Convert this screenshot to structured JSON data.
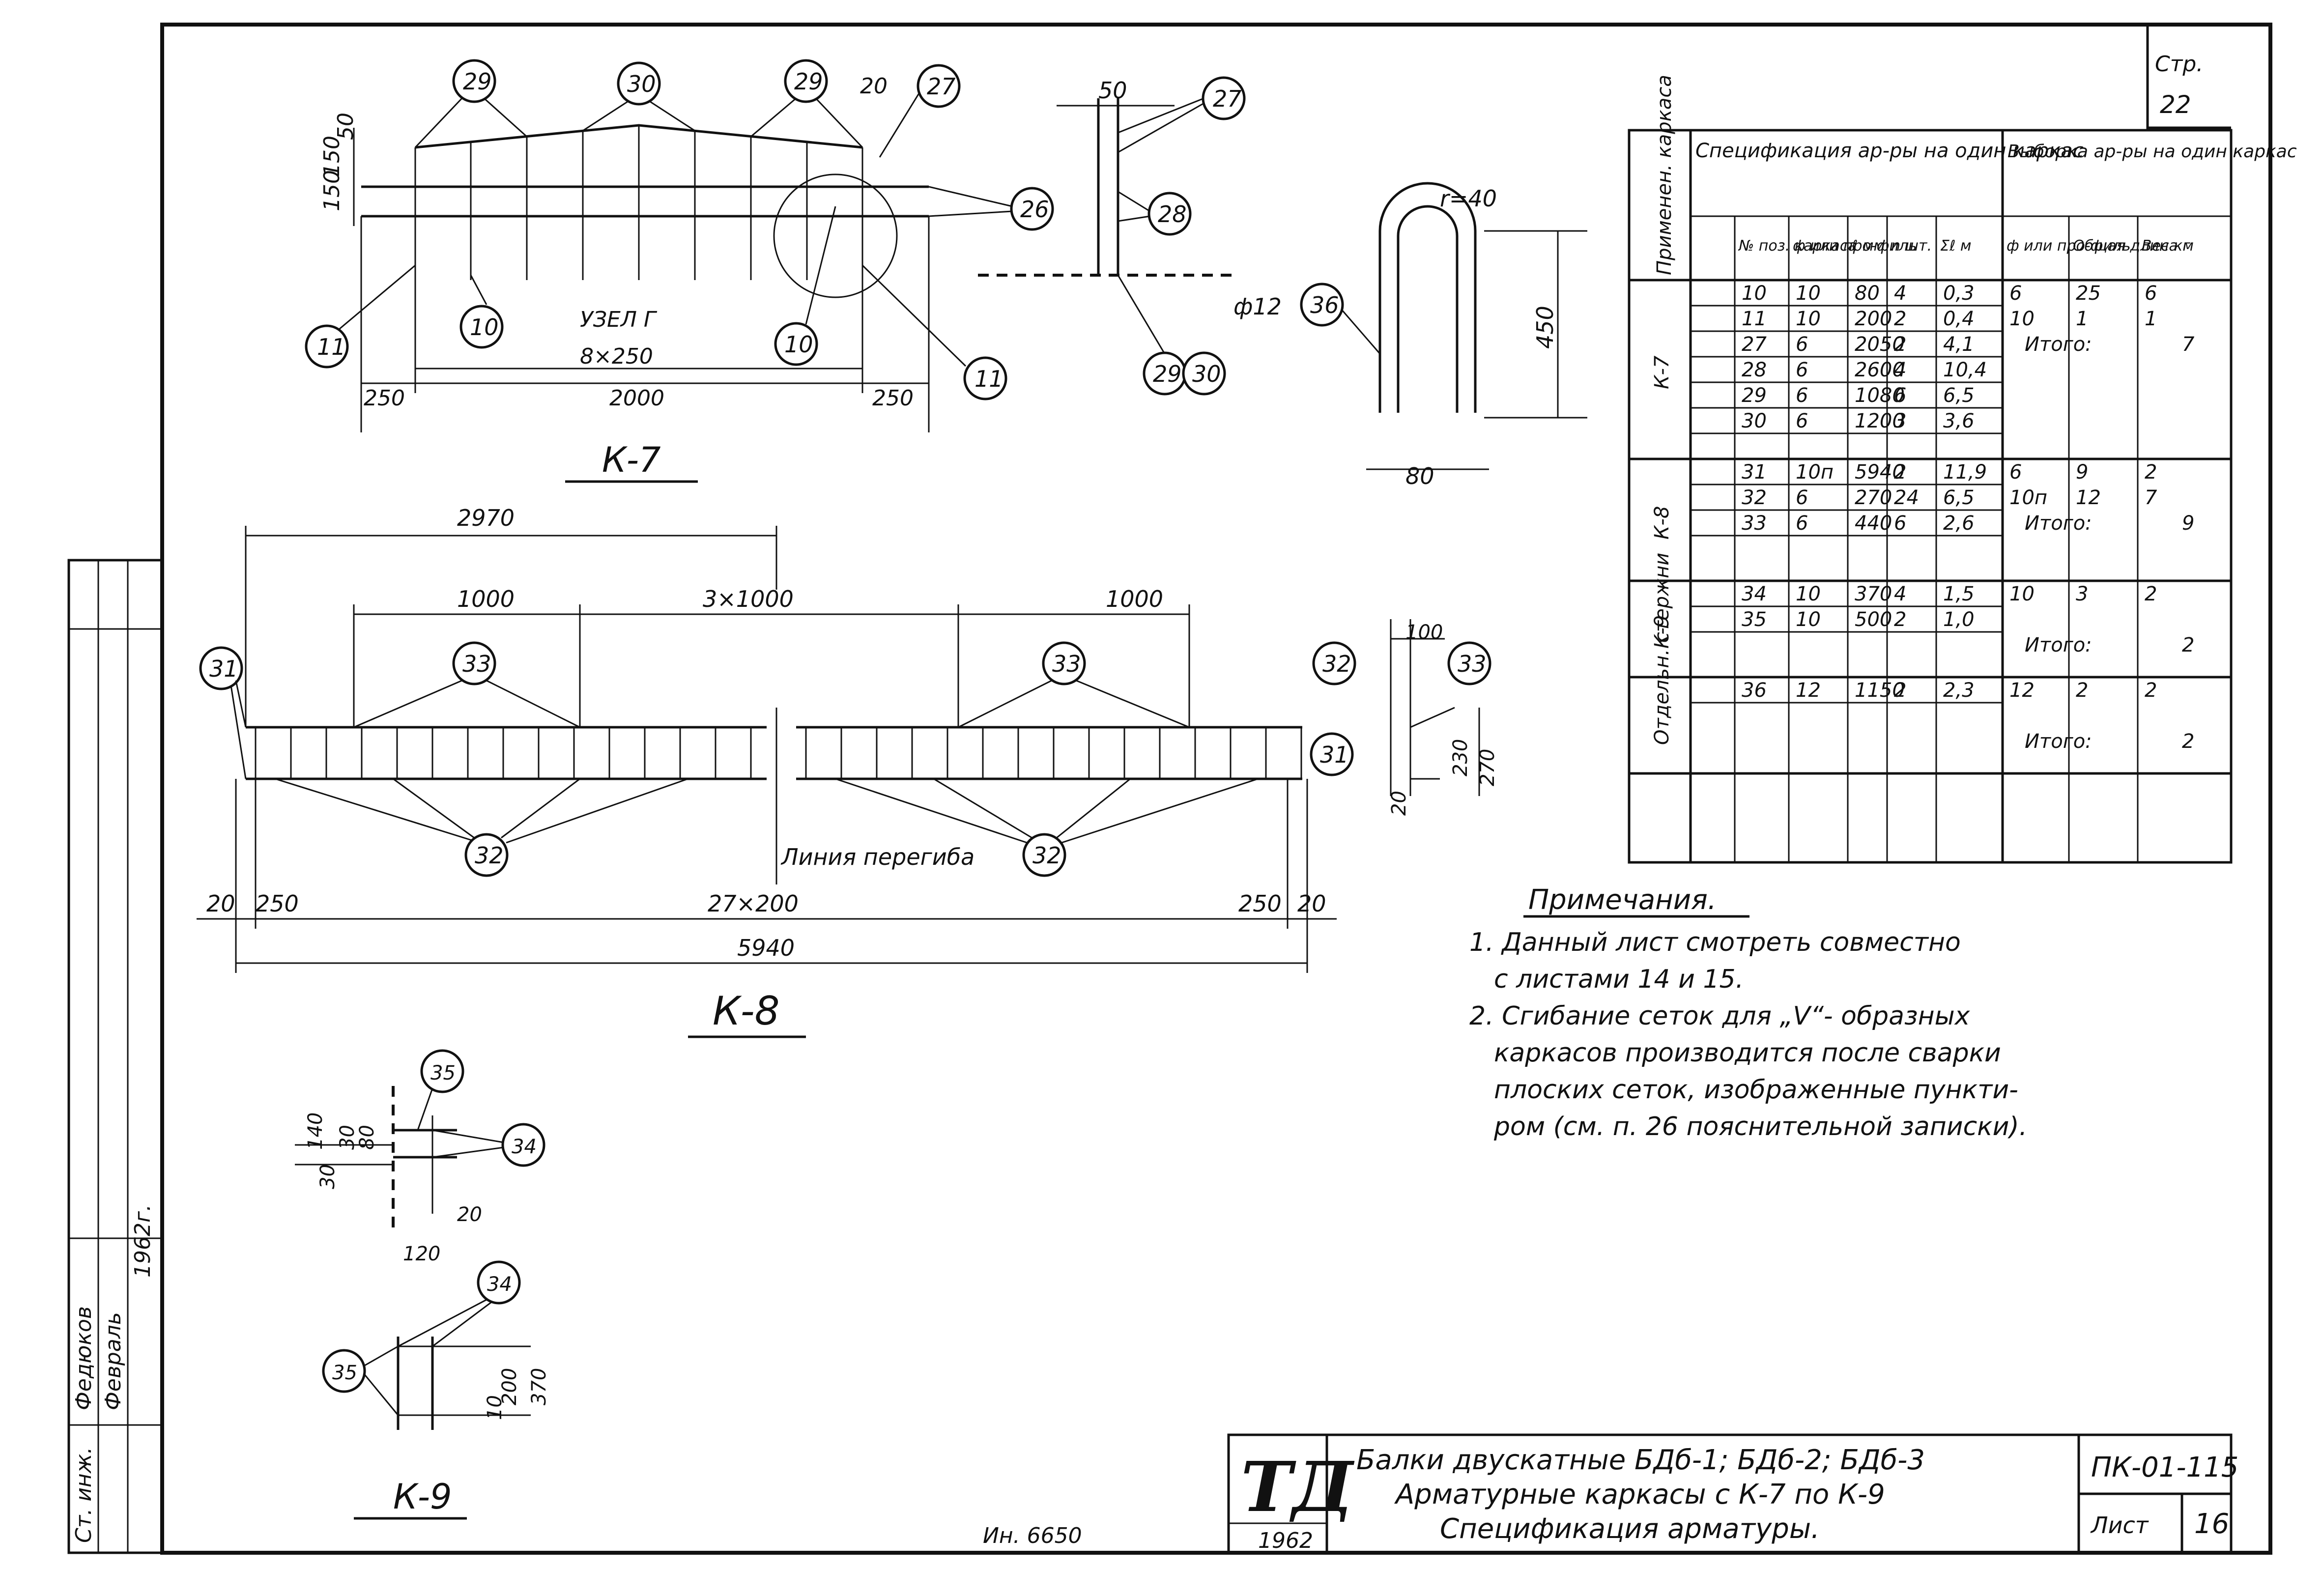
{
  "sheet": {
    "page_label": "Стр.",
    "page_no": "22"
  },
  "k7": {
    "title": "К-7",
    "node_label": "УЗЕЛ Г",
    "callouts": [
      "29",
      "30",
      "29",
      "27",
      "26",
      "11",
      "10",
      "10",
      "11"
    ],
    "dims": {
      "d50": "50",
      "d150": "150",
      "d150b": "150",
      "d20": "20",
      "d250a": "250",
      "d2000": "2000",
      "d250b": "250",
      "d8x250": "8×250"
    },
    "detail": {
      "d50": "50",
      "callouts": [
        "27",
        "28",
        "29",
        "30"
      ]
    },
    "bar36": {
      "callout": "36",
      "dia": "ф12",
      "radius": "r=40",
      "height": "450",
      "width": "80"
    }
  },
  "k8": {
    "title": "К-8",
    "callouts": [
      "31",
      "33",
      "33",
      "32",
      "32",
      "32",
      "33",
      "31"
    ],
    "dims": {
      "d2970": "2970",
      "d1000a": "1000",
      "d3x1000": "3×1000",
      "d1000b": "1000",
      "d20a": "20",
      "d250a": "250",
      "d27x200": "27×200",
      "d250b": "250",
      "d20b": "20",
      "d5940": "5940"
    },
    "bend_line": "Линия перегиба",
    "section": {
      "d100": "100",
      "d230": "230",
      "d270": "270",
      "d20": "20"
    }
  },
  "k9": {
    "title": "К-9",
    "callouts": [
      "35",
      "34",
      "34",
      "35"
    ],
    "dims": {
      "d140": "140",
      "d30a": "30",
      "d80": "80",
      "d30b": "30",
      "d20": "20",
      "d120": "120",
      "d10": "10",
      "d200": "200",
      "d370": "370"
    }
  },
  "spec_table": {
    "group_header_left": "Применен. каркаса",
    "header_spec": "Спецификация ар-ры на один каркас",
    "header_sample": "Выборка ар-ры на один каркас",
    "col_heads": [
      "№ поз. каркаса",
      "ф или про-филь",
      "ℓ мм",
      "n шт.",
      "Σℓ м",
      "ф или про-филь",
      "Общая длина м",
      "Вес кг"
    ],
    "groups": [
      {
        "name": "К-7",
        "rows": [
          [
            "10",
            "10",
            "80",
            "4",
            "0,3",
            "6",
            "25",
            "6"
          ],
          [
            "11",
            "10",
            "200",
            "2",
            "0,4",
            "10",
            "1",
            "1"
          ],
          [
            "27",
            "6",
            "2050",
            "2",
            "4,1",
            "",
            "",
            ""
          ],
          [
            "28",
            "6",
            "2600",
            "4",
            "10,4",
            "",
            "",
            ""
          ],
          [
            "29",
            "6",
            "1080",
            "6",
            "6,5",
            "",
            "",
            ""
          ],
          [
            "30",
            "6",
            "1200",
            "3",
            "3,6",
            "",
            "",
            ""
          ]
        ],
        "total_label": "Итого:",
        "total": "7"
      },
      {
        "name": "К-8",
        "rows": [
          [
            "31",
            "10п",
            "5940",
            "2",
            "11,9",
            "6",
            "9",
            "2"
          ],
          [
            "32",
            "6",
            "270",
            "24",
            "6,5",
            "10п",
            "12",
            "7"
          ],
          [
            "33",
            "6",
            "440",
            "6",
            "2,6",
            "",
            "",
            ""
          ]
        ],
        "total_label": "Итого:",
        "total": "9"
      },
      {
        "name": "К-9",
        "rows": [
          [
            "34",
            "10",
            "370",
            "4",
            "1,5",
            "10",
            "3",
            "2"
          ],
          [
            "35",
            "10",
            "500",
            "2",
            "1,0",
            "",
            "",
            ""
          ]
        ],
        "total_label": "Итого:",
        "total": "2"
      },
      {
        "name": "Отдельн. стержни",
        "rows": [
          [
            "36",
            "12",
            "1150",
            "2",
            "2,3",
            "12",
            "2",
            "2"
          ]
        ],
        "total_label": "Итого:",
        "total": "2"
      }
    ]
  },
  "notes": {
    "title": "Примечания.",
    "lines": [
      "1. Данный лист смотреть совместно",
      "с листами 14 и 15.",
      "2. Сгибание сеток для „V“- образных",
      "каркасов производится после сварки",
      "плоских сеток, изображенные пункти-",
      "ром (см. п. 26 пояснительной записки)."
    ]
  },
  "title_block": {
    "logo": "ТД",
    "year": "1962",
    "line1": "Балки двускатные БДб-1; БДб-2; БДб-3",
    "line2": "Арматурные каркасы с К-7 по К-9",
    "line3": "Спецификация арматуры.",
    "code": "ПК-01-115",
    "sheet_label": "Лист",
    "sheet_no": "16",
    "inventory": "Ин. 6650"
  },
  "stamp": {
    "row1": "Ст. инж.",
    "row2": "Федюков",
    "row3": "Февраль",
    "row4": "1962г."
  }
}
